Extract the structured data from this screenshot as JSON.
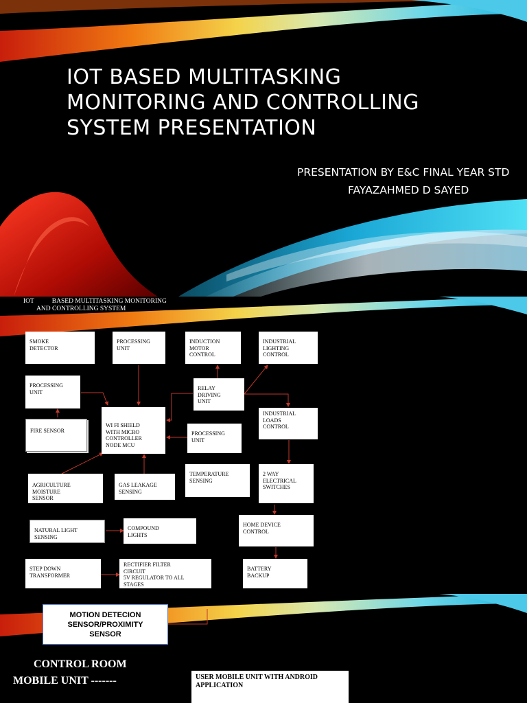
{
  "slide1": {
    "title_lines": [
      "IOT BASED MULTITASKING",
      "MONITORING AND CONTROLLING",
      "SYSTEM PRESENTATION"
    ],
    "subtitle1": "PRESENTATION BY E&C FINAL YEAR  STD",
    "subtitle2": "FAYAZAHMED D SAYED"
  },
  "slide2": {
    "header_line1": "IOT           BASED MULTITASKING MONITORING",
    "header_line2": "AND CONTROLLING SYSTEM",
    "boxes": {
      "smoke": "SMOKE\nDETECTOR",
      "proc_top": "PROCESSING\nUNIT",
      "induction": "INDUCTION\nMOTOR\nCONTROL",
      "industrial_lighting": "INDUSTRIAL\nLIGHTING\nCONTROL",
      "proc_left": "     PROCESSING\n  UNIT",
      "relay": "RELAY\nDRIVING\nUNIT",
      "industrial_loads": "INDUSTRIAL\nLOADS\nCONTROL",
      "fire": "FIRE SENSOR",
      "wifi": " WI FI SHIELD\nWITH MICRO\nCONTROLLER\nNODE MCU",
      "proc_right": "PROCESSING\n   UNIT",
      "agri": "AGRICULTURE\nMOISTURE\nSENSOR",
      "gas": "GAS LEAKAGE\nSENSING",
      "temp": "TEMPERATURE\nSENSING",
      "switches": "2 WAY\nELECTRICAL\nSWITCHES",
      "natural_light": "NATURAL LIGHT\nSENSING",
      "compound": "COMPOUND\nLIGHTS",
      "home": "HOME DEVICE\nCONTROL",
      "stepdown": "STEP DOWN\nTRANSFORMER",
      "rectifier": "RECTIFIER FILTER\nCIRCUIT\n5V REGULATOR TO ALL\nSTAGES",
      "battery": "BATTERY\nBACKUP"
    }
  },
  "slide3": {
    "motion_box": "MOTION DETECION\nSENSOR/PROXIMITY\nSENSOR",
    "control_room": "CONTROL ROOM",
    "mobile_unit": "MOBILE UNIT -------",
    "user_mobile": "USER MOBILE UNIT WITH ANDROID\nAPPLICATION"
  },
  "colors": {
    "background": "#000000",
    "arrow": "#c0392b",
    "swoosh_red": "#d81f10",
    "swoosh_cyan": "#27c4e6"
  }
}
